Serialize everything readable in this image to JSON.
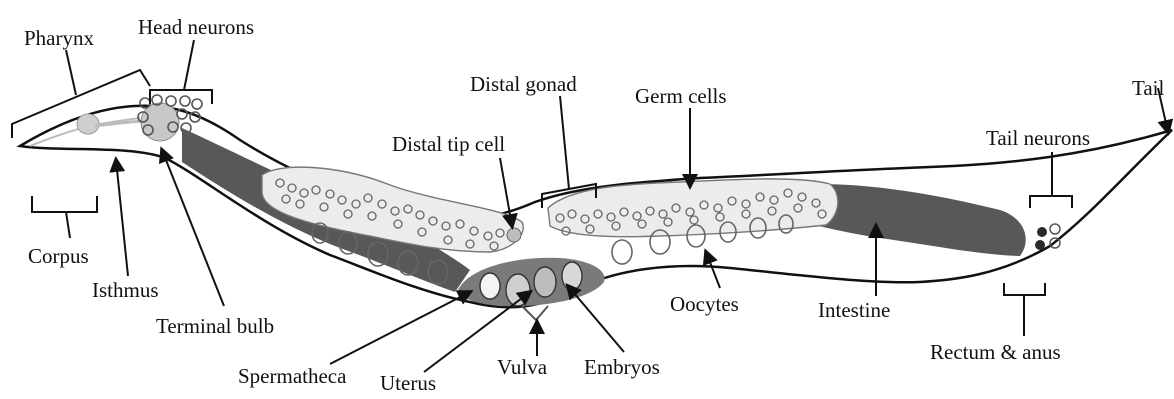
{
  "labels": {
    "pharynx": "Pharynx",
    "head_neurons": "Head neurons",
    "distal_gonad": "Distal gonad",
    "germ_cells": "Germ cells",
    "tail": "Tail",
    "distal_tip_cell": "Distal tip cell",
    "tail_neurons": "Tail neurons",
    "corpus": "Corpus",
    "isthmus": "Isthmus",
    "terminal_bulb": "Terminal bulb",
    "spermatheca": "Spermatheca",
    "uterus": "Uterus",
    "vulva": "Vulva",
    "embryos": "Embryos",
    "oocytes": "Oocytes",
    "intestine": "Intestine",
    "rectum_anus": "Rectum & anus"
  },
  "colors": {
    "outline": "#111111",
    "body_fill": "#ffffff",
    "pharynx_fill": "#cfcfcf",
    "intestine_fill": "#585858",
    "gonad_fill": "#ececec",
    "neuron_dark": "#2a2a2a",
    "neuron_mid": "#8a8a8a"
  }
}
